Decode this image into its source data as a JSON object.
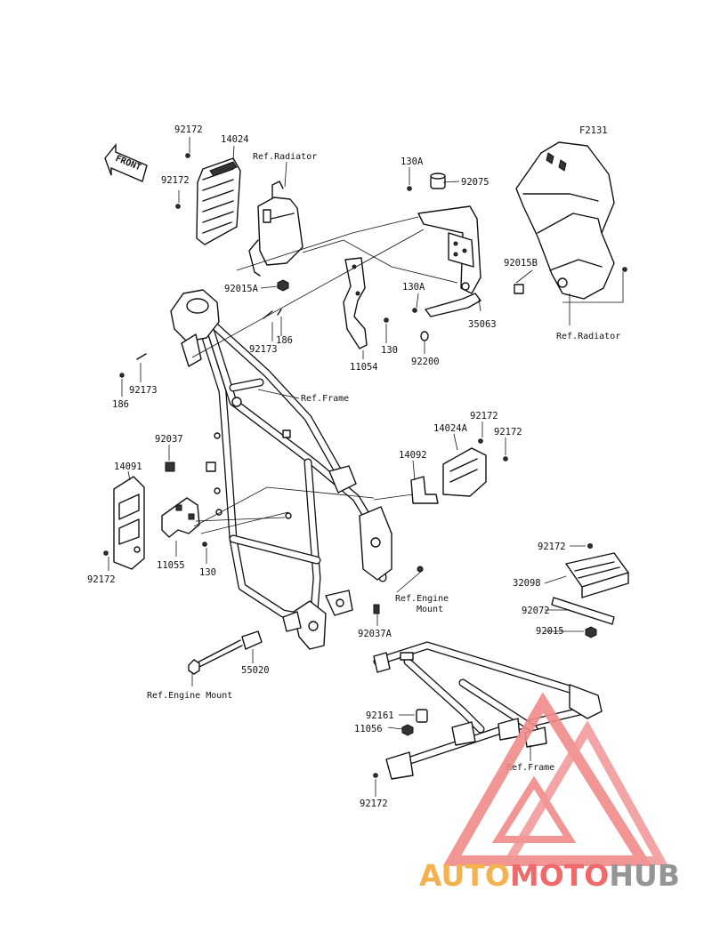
{
  "figure_code": "F2131",
  "front_label": "FRONT",
  "labels": {
    "l92172_a": "92172",
    "l14024": "14024",
    "l92172_b": "92172",
    "ref_radiator_a": "Ref.Radiator",
    "l92015A": "92015A",
    "l130A_a": "130A",
    "l92075": "92075",
    "l92015B": "92015B",
    "l130A_b": "130A",
    "l35063": "35063",
    "ref_radiator_b": "Ref.Radiator",
    "l92173_a": "92173",
    "l186_a": "186",
    "l130_a": "130",
    "l11054": "11054",
    "l92200": "92200",
    "l92173_b": "92173",
    "l186_b": "186",
    "ref_frame_a": "Ref.Frame",
    "l92037": "92037",
    "l14091": "14091",
    "l14024A": "14024A",
    "l92172_c": "92172",
    "l92172_d": "92172",
    "l14092": "14092",
    "l11055": "11055",
    "l130_b": "130",
    "l92172_e": "92172",
    "l92172_f": "92172",
    "l32098": "32098",
    "l92072": "92072",
    "l92015": "92015",
    "ref_engine_mount_a_1": "Ref.Engine",
    "ref_engine_mount_a_2": "Mount",
    "l92037A": "92037A",
    "l55020": "55020",
    "ref_engine_mount_b": "Ref.Engine Mount",
    "l92161": "92161",
    "l11056": "11056",
    "ref_frame_b": "Ref.Frame",
    "l92172_g": "92172"
  },
  "watermark": {
    "part1": "AUTO",
    "part2": "MOTO",
    "part3": "HUB",
    "colors": {
      "auto": "#f5a93c",
      "moto": "#ee5a5a",
      "hub": "#8a8a8a",
      "triangle": "#f08a8a"
    }
  }
}
